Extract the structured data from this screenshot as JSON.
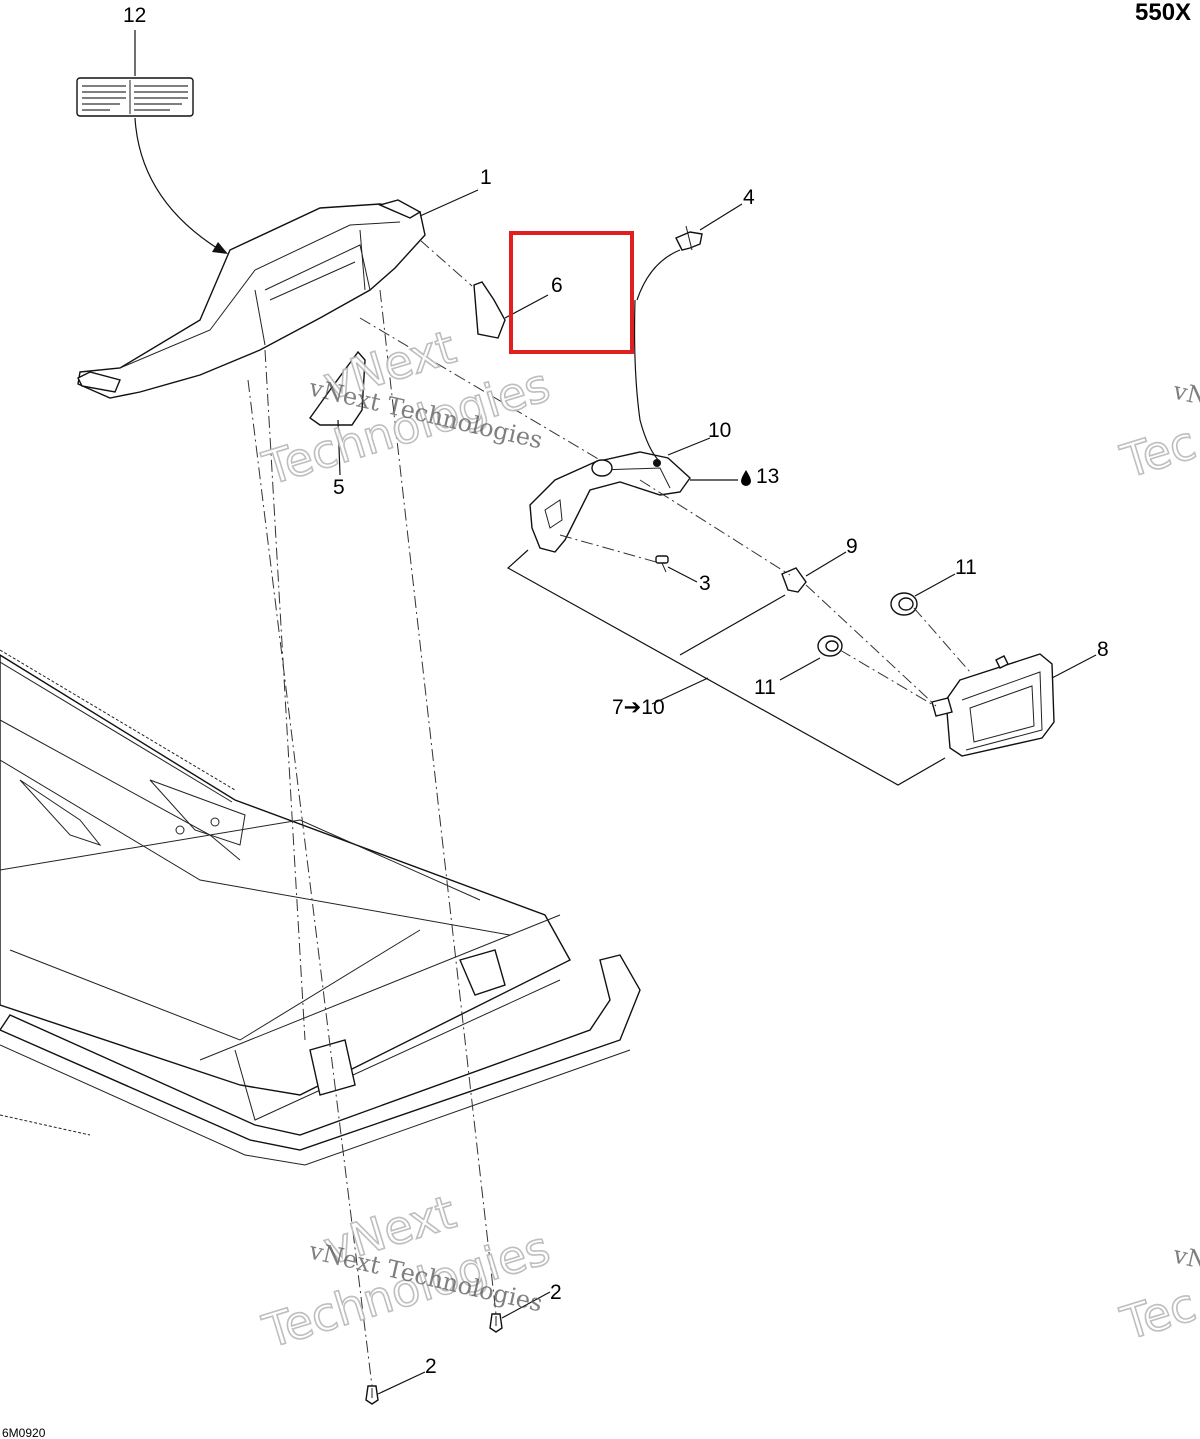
{
  "header": {
    "model_code": "550X",
    "figure_code": "6M0920"
  },
  "callouts": {
    "c1": "1",
    "c2a": "2",
    "c2b": "2",
    "c3": "3",
    "c4": "4",
    "c5": "5",
    "c6": "6",
    "c7to10": "7➔10",
    "c8": "8",
    "c9": "9",
    "c10": "10",
    "c11a": "11",
    "c11b": "11",
    "c12": "12",
    "c13": "13"
  },
  "watermark": {
    "line_small": "vNext Technologies",
    "line_big_a": "vNext",
    "line_big_b": "Technologies",
    "edge_small": "vN",
    "edge_big": "Tec"
  },
  "highlight": {
    "color": "#e02020",
    "target_callout": "6"
  },
  "icons": {
    "drop": "drop-icon",
    "arrow": "arrow-right-icon"
  }
}
